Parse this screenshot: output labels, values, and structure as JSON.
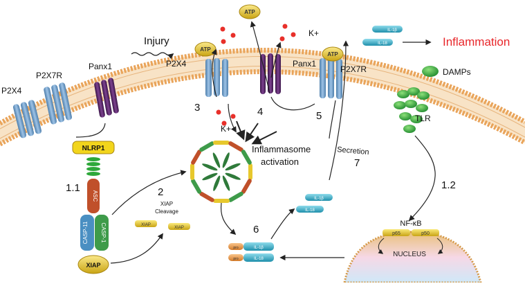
{
  "labels": {
    "injury": "Injury",
    "atp": "ATP",
    "k_plus": "K+",
    "p2x4": "P2X4",
    "p2x7r": "P2X7R",
    "panx1": "Panx1",
    "inflammation": "Inflammation",
    "damps": "DAMPs",
    "tlr": "TLR",
    "nlrp1": "NLRP1",
    "asc": "ASC",
    "casp11": "CASP-11",
    "casp1": "CASP-1",
    "xiap": "XIAP",
    "xiap_cleavage_1": "XIAP",
    "xiap_cleavage_2": "Cleavage",
    "inflammasome_1": "Inflammasome",
    "inflammasome_2": "activation",
    "secretion": "Secretion",
    "nfkb": "NF-κB",
    "p65": "p65",
    "p50": "p50",
    "nucleus": "NUCLEUS",
    "il1b": "IL-1β",
    "il18": "IL-18",
    "pro": "pro"
  },
  "steps": {
    "s1_1": "1.1",
    "s1_2": "1.2",
    "s2": "2",
    "s3": "3",
    "s4": "4",
    "s5": "5",
    "s6": "6",
    "s7": "7"
  },
  "colors": {
    "inflammation": "#e8262a",
    "membrane_head": "#f0b56a",
    "channel_blue": "#6f9ec9",
    "channel_purple": "#5a2a6a",
    "atp_yellow": "#e7c82d",
    "cytokine_cyan": "#37b6cf",
    "damp_green": "#3bb84b",
    "nlrp1_yellow": "#f2d51c",
    "asc_red": "#c0502a",
    "casp1_green": "#3e9b4a",
    "casp11_blue": "#4a8fc2",
    "k_ion_red": "#e8302a"
  }
}
